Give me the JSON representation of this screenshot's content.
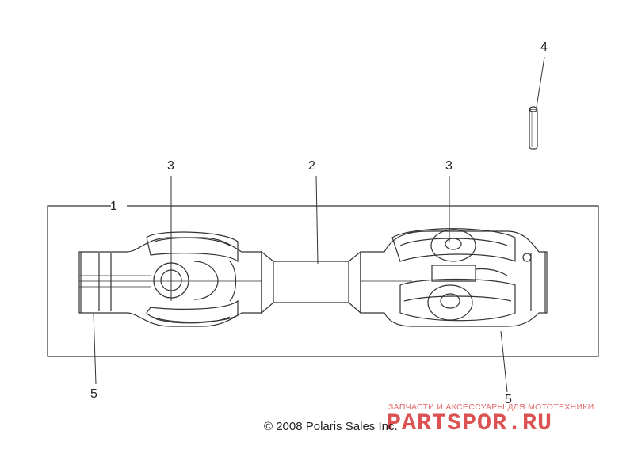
{
  "callouts": {
    "c1": "1",
    "c2": "2",
    "c3_left": "3",
    "c3_right": "3",
    "c4": "4",
    "c5_left": "5",
    "c5_right": "5"
  },
  "copyright": "© 2008 Polaris Sales Inc.",
  "watermark": {
    "tagline": "ЗАПЧАСТИ И АКСЕССУАРЫ ДЛЯ МОТОТЕХНИКИ",
    "brand": "PARTSPOR.RU"
  },
  "colors": {
    "line": "#333333",
    "watermark": "#d94040"
  }
}
